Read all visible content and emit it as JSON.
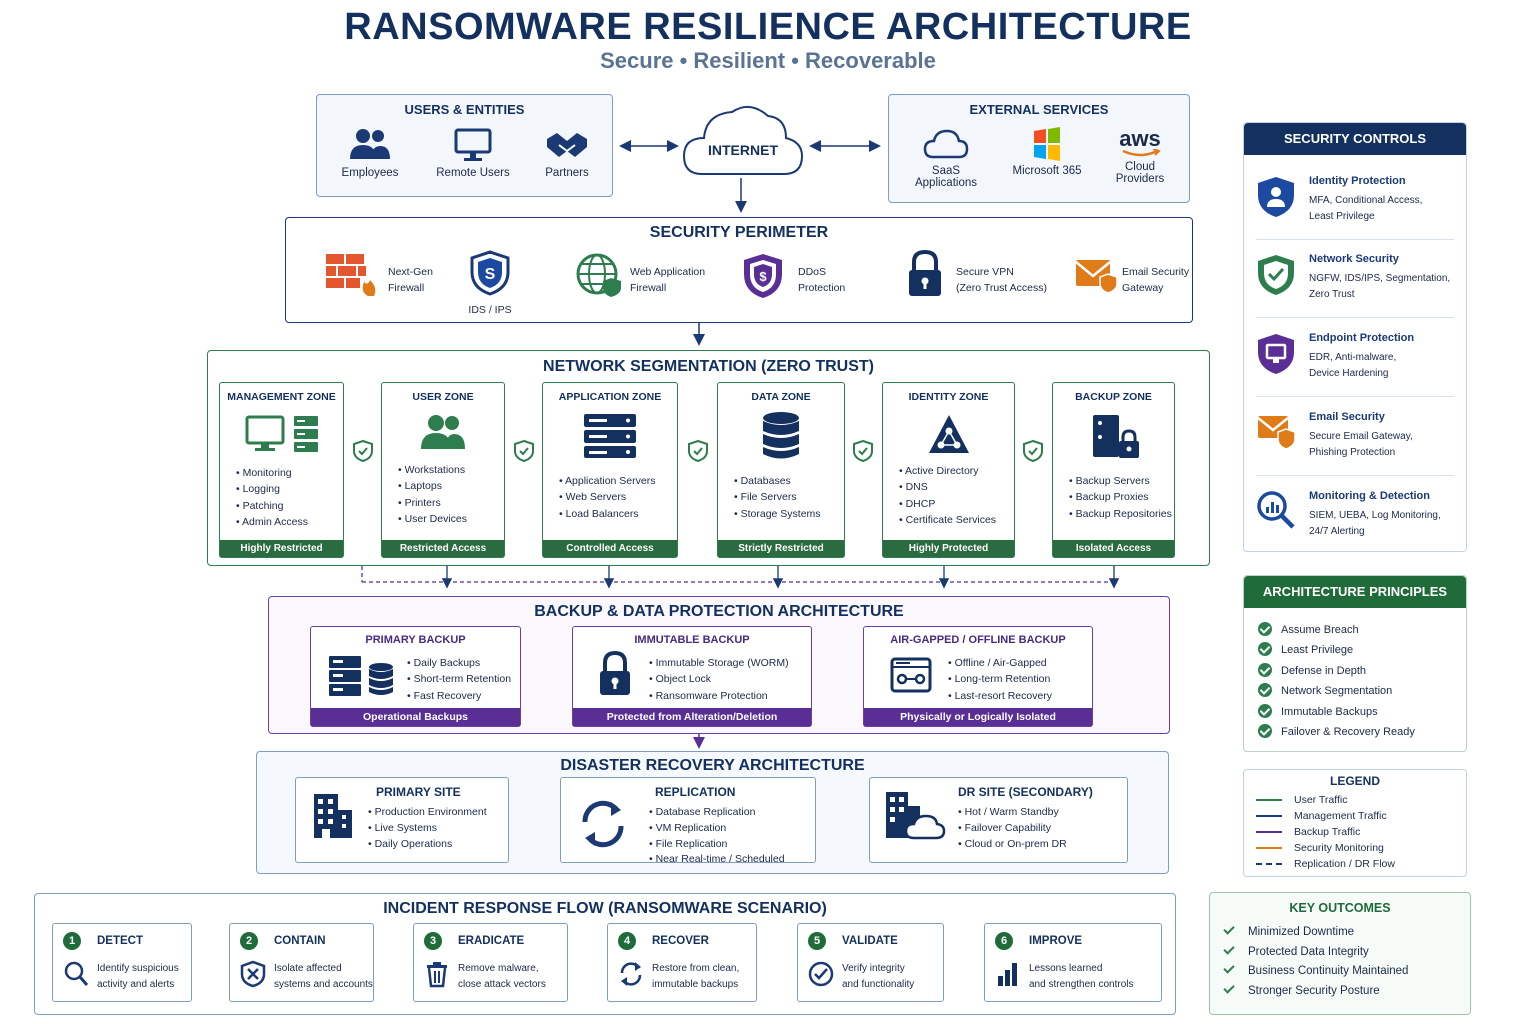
{
  "header": {
    "title": "RANSOMWARE RESILIENCE ARCHITECTURE",
    "subtitle": "Secure  •  Resilient  •  Recoverable"
  },
  "users": {
    "title": "USERS & ENTITIES",
    "items": [
      "Employees",
      "Remote Users",
      "Partners"
    ]
  },
  "internet": {
    "label": "INTERNET"
  },
  "external": {
    "title": "EXTERNAL SERVICES",
    "items": [
      {
        "l1": "SaaS",
        "l2": "Applications"
      },
      {
        "l1": "Microsoft 365",
        "l2": ""
      },
      {
        "l1": "Cloud",
        "l2": "Providers"
      }
    ],
    "aws_logo": "aws"
  },
  "perimeter": {
    "title": "SECURITY PERIMETER",
    "items": [
      {
        "l1": "Next-Gen",
        "l2": "Firewall"
      },
      {
        "l1": "IDS / IPS",
        "l2": ""
      },
      {
        "l1": "Web Application",
        "l2": "Firewall"
      },
      {
        "l1": "DDoS",
        "l2": "Protection"
      },
      {
        "l1": "Secure VPN",
        "l2": "(Zero Trust Access)"
      },
      {
        "l1": "Email Security",
        "l2": "Gateway"
      }
    ]
  },
  "segmentation": {
    "title": "NETWORK SEGMENTATION (ZERO TRUST)",
    "zones": [
      {
        "title": "MANAGEMENT ZONE",
        "items": [
          "Monitoring",
          "Logging",
          "Patching",
          "Admin Access"
        ],
        "footer": "Highly Restricted"
      },
      {
        "title": "USER ZONE",
        "items": [
          "Workstations",
          "Laptops",
          "Printers",
          "User Devices"
        ],
        "footer": "Restricted Access"
      },
      {
        "title": "APPLICATION ZONE",
        "items": [
          "Application Servers",
          "Web Servers",
          "Load Balancers"
        ],
        "footer": "Controlled Access"
      },
      {
        "title": "DATA ZONE",
        "items": [
          "Databases",
          "File Servers",
          "Storage Systems"
        ],
        "footer": "Strictly Restricted"
      },
      {
        "title": "IDENTITY ZONE",
        "items": [
          "Active Directory",
          "DNS",
          "DHCP",
          "Certificate Services"
        ],
        "footer": "Highly Protected"
      },
      {
        "title": "BACKUP ZONE",
        "items": [
          "Backup Servers",
          "Backup Proxies",
          "Backup Repositories"
        ],
        "footer": "Isolated Access"
      }
    ]
  },
  "backup": {
    "title": "BACKUP & DATA PROTECTION ARCHITECTURE",
    "tiers": [
      {
        "title": "PRIMARY BACKUP",
        "items": [
          "Daily Backups",
          "Short-term Retention",
          "Fast Recovery"
        ],
        "footer": "Operational Backups"
      },
      {
        "title": "IMMUTABLE BACKUP",
        "items": [
          "Immutable Storage (WORM)",
          "Object Lock",
          "Ransomware Protection"
        ],
        "footer": "Protected from Alteration/Deletion"
      },
      {
        "title": "AIR-GAPPED / OFFLINE BACKUP",
        "items": [
          "Offline / Air-Gapped",
          "Long-term Retention",
          "Last-resort Recovery"
        ],
        "footer": "Physically or Logically Isolated"
      }
    ]
  },
  "dr": {
    "title": "DISASTER RECOVERY ARCHITECTURE",
    "sites": [
      {
        "title": "PRIMARY SITE",
        "items": [
          "Production Environment",
          "Live Systems",
          "Daily Operations"
        ]
      },
      {
        "title": "REPLICATION",
        "items": [
          "Database Replication",
          "VM Replication",
          "File Replication",
          "Near Real-time / Scheduled"
        ]
      },
      {
        "title": "DR SITE (SECONDARY)",
        "items": [
          "Hot / Warm Standby",
          "Failover Capability",
          "Cloud or On-prem DR"
        ]
      }
    ]
  },
  "incident": {
    "title": "INCIDENT RESPONSE FLOW (RANSOMWARE SCENARIO)",
    "steps": [
      {
        "num": "1",
        "title": "DETECT",
        "l1": "Identify suspicious",
        "l2": "activity and alerts"
      },
      {
        "num": "2",
        "title": "CONTAIN",
        "l1": "Isolate affected",
        "l2": "systems and accounts"
      },
      {
        "num": "3",
        "title": "ERADICATE",
        "l1": "Remove malware,",
        "l2": "close attack vectors"
      },
      {
        "num": "4",
        "title": "RECOVER",
        "l1": "Restore from clean,",
        "l2": "immutable backups"
      },
      {
        "num": "5",
        "title": "VALIDATE",
        "l1": "Verify integrity",
        "l2": "and functionality"
      },
      {
        "num": "6",
        "title": "IMPROVE",
        "l1": "Lessons learned",
        "l2": "and strengthen controls"
      }
    ]
  },
  "controls": {
    "title": "SECURITY CONTROLS",
    "items": [
      {
        "title": "Identity Protection",
        "l1": "MFA, Conditional Access,",
        "l2": "Least Privilege"
      },
      {
        "title": "Network Security",
        "l1": "NGFW, IDS/IPS, Segmentation,",
        "l2": "Zero Trust"
      },
      {
        "title": "Endpoint Protection",
        "l1": "EDR, Anti-malware,",
        "l2": "Device Hardening"
      },
      {
        "title": "Email Security",
        "l1": "Secure Email Gateway,",
        "l2": "Phishing Protection"
      },
      {
        "title": "Monitoring & Detection",
        "l1": "SIEM, UEBA, Log Monitoring,",
        "l2": "24/7 Alerting"
      }
    ]
  },
  "principles": {
    "title": "ARCHITECTURE PRINCIPLES",
    "items": [
      "Assume Breach",
      "Least Privilege",
      "Defense in Depth",
      "Network Segmentation",
      "Immutable Backups",
      "Failover & Recovery Ready"
    ]
  },
  "legend": {
    "title": "LEGEND",
    "items": [
      {
        "label": "User Traffic",
        "color": "#2e7d4f"
      },
      {
        "label": "Management Traffic",
        "color": "#1b3a75"
      },
      {
        "label": "Backup Traffic",
        "color": "#5a2f95"
      },
      {
        "label": "Security Monitoring",
        "color": "#e07b1a"
      },
      {
        "label": "Replication / DR Flow",
        "color": "#1b3a75"
      }
    ]
  },
  "outcomes": {
    "title": "KEY OUTCOMES",
    "items": [
      "Minimized Downtime",
      "Protected Data Integrity",
      "Business Continuity Maintained",
      "Stronger Security Posture"
    ]
  },
  "colors": {
    "navy": "#13305e",
    "green": "#2e7d4f",
    "purple": "#5a2f95",
    "orange": "#e07b1a"
  }
}
